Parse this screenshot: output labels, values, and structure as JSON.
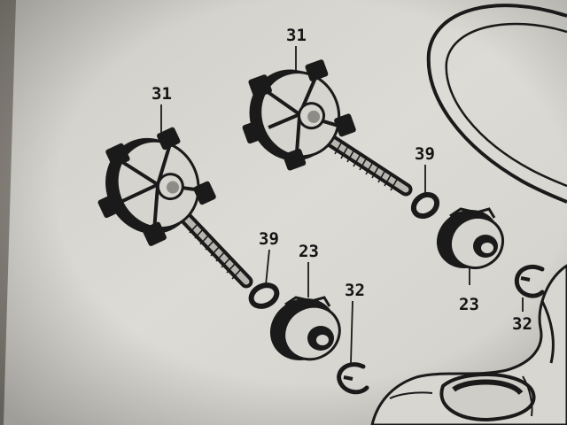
{
  "diagram": {
    "callouts": {
      "knob_upper": "31",
      "knob_left": "31",
      "washer_left": "39",
      "washer_right": "39",
      "nut_left": "23",
      "nut_right": "23",
      "clip_left": "32",
      "clip_right": "32"
    }
  },
  "colors": {
    "paper": "#dcdad4",
    "ink": "#1a1a1a",
    "background": "#3a3631"
  }
}
